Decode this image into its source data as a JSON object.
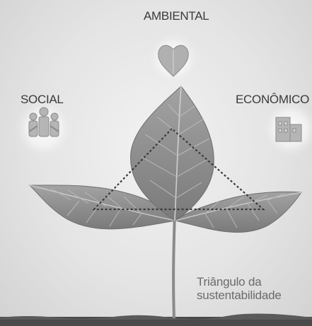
{
  "labels": {
    "ambiental": "AMBIENTAL",
    "social": "SOCIAL",
    "economico": "ECONÔMICO"
  },
  "caption": {
    "line1": "Triângulo da",
    "line2": "sustentabilidade"
  },
  "icons": {
    "ambiental": "leaf-heart-icon",
    "social": "people-group-icon",
    "economico": "buildings-icon"
  },
  "colors": {
    "background": "#e6e6e6",
    "leaf": "#8f8f8f",
    "text": "#3a3a3a"
  }
}
